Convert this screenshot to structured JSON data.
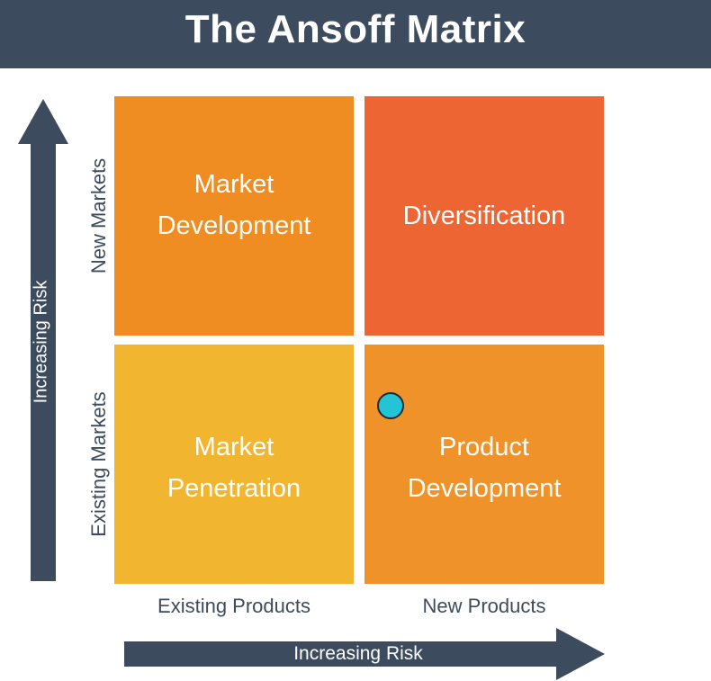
{
  "title": "The Ansoff Matrix",
  "quadrants": {
    "market_development": {
      "label_line1": "Market",
      "label_line2": "Development",
      "color": "#ef8c22"
    },
    "diversification": {
      "label": "Diversification",
      "color": "#ec6533"
    },
    "market_penetration": {
      "label_line1": "Market",
      "label_line2": "Penetration",
      "color": "#f2b52f"
    },
    "product_development": {
      "label_line1": "Product",
      "label_line2": "Development",
      "color": "#f0922a"
    }
  },
  "axes": {
    "y_rows": [
      "New Markets",
      "Existing Markets"
    ],
    "x_columns": [
      "Existing Products",
      "New Products"
    ],
    "vertical_arrow_label": "Increasing Risk",
    "horizontal_arrow_label": "Increasing Risk"
  },
  "colors": {
    "header": "#3c4b5e",
    "arrow": "#3c4b5e",
    "marker": "#22c4d6"
  }
}
